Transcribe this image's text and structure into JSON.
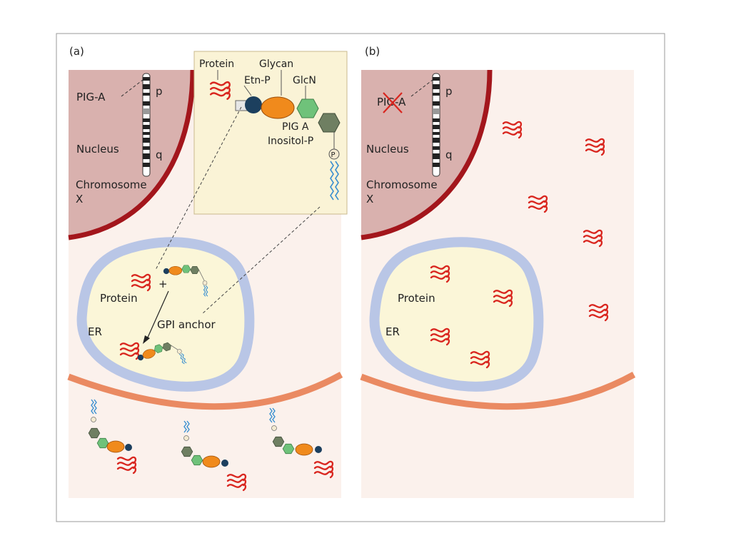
{
  "panel_a": {
    "tag": "(a)",
    "gene": "PIG-A",
    "arm_p": "p",
    "arm_q": "q",
    "nucleus": "Nucleus",
    "chromosome_line1": "Chromosome",
    "chromosome_line2": "X",
    "protein": "Protein",
    "plus": "+",
    "er": "ER",
    "gpi_anchor": "GPI anchor"
  },
  "inset": {
    "protein": "Protein",
    "glycan": "Glycan",
    "etn_p": "Etn-P",
    "glcn": "GlcN",
    "pig_a": "PIG A",
    "inositol_p": "Inositol-P",
    "phosphate": "P"
  },
  "panel_b": {
    "tag": "(b)",
    "gene": "PIG-A",
    "arm_p": "p",
    "arm_q": "q",
    "nucleus": "Nucleus",
    "chromosome_line1": "Chromosome",
    "chromosome_line2": "X",
    "protein": "Protein",
    "er": "ER"
  },
  "colors": {
    "nucleus_fill": "#d9b1ae",
    "nucleus_border": "#a3161c",
    "cytoplasm": "#fbf1ec",
    "er_membrane": "#b9c6e6",
    "er_lumen": "#fbf6d8",
    "plasma_membrane": "#ea8a62",
    "protein": "#d9261f",
    "inset_bg": "#faf3d6",
    "etn_p": "#1c3f5e",
    "glycan": "#f08a1c",
    "glcn": "#6fc27a",
    "pig_a": "#6f7f62",
    "anchor": "#3a8fd0"
  },
  "icons": {
    "mutation_mark": "red-x-icon",
    "protein": "squiggle-protein-icon",
    "anchor": "gpi-anchor-icon"
  }
}
